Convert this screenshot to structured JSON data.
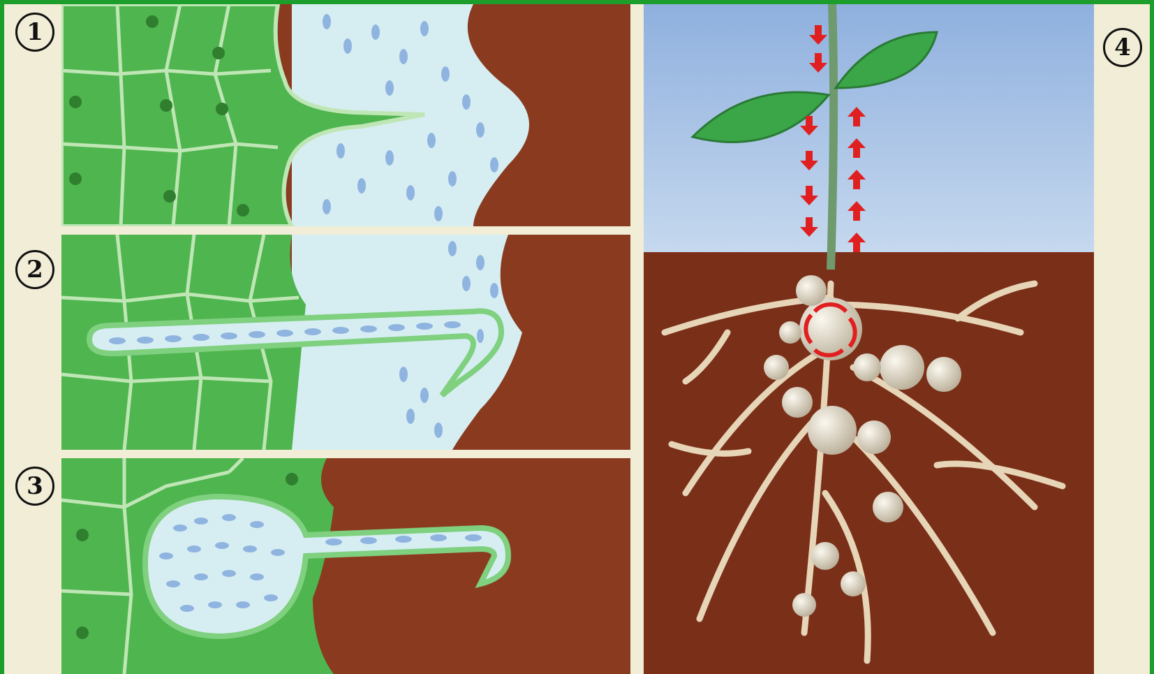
{
  "labels": {
    "stage1": "1",
    "stage2": "2",
    "stage3": "3",
    "stage4": "4"
  },
  "colors": {
    "plant_cell": "#4fb54f",
    "cell_wall": "#bfe6b5",
    "soil": "#8a3b1f",
    "bacteria": "#8fb4e0",
    "sky": "#a9c3e6",
    "root": "#e7d5b8",
    "arrow": "#e02020"
  }
}
